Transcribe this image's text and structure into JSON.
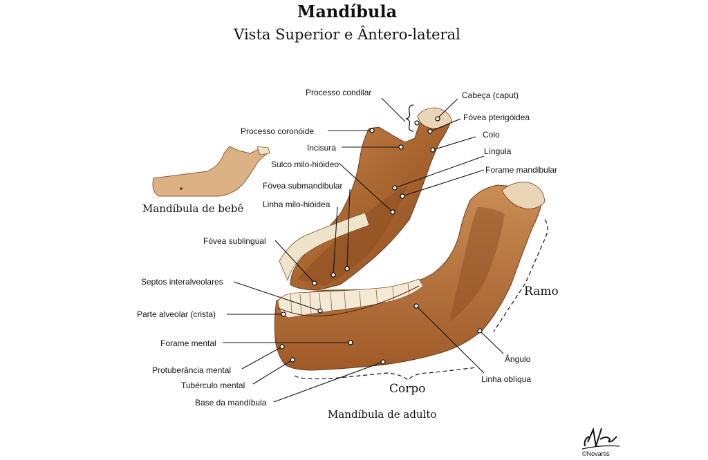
{
  "title": "Mandíbula",
  "subtitle": "Vista Superior e Ântero-lateral",
  "labels": {
    "processo_condilar": "Processo condilar",
    "cabeca": "Cabeça (caput)",
    "fovea_pterigoidea": "Fóvea pterigóidea",
    "processo_coronoide": "Processo coronóide",
    "colo": "Colo",
    "incisura": "Incisura",
    "lingula": "Língula",
    "sulco_milo_hioideo": "Sulco milo-hióideo",
    "forame_mandibular": "Forame mandibular",
    "fovea_submandibular": "Fóvea submandibular",
    "linha_milo_hioidea": "Linha milo-hióidea",
    "fovea_sublingual": "Fóvea sublingual",
    "septos_interalveolares": "Septos interalveolares",
    "parte_alveolar": "Parte alveolar (crista)",
    "forame_mental": "Forame mental",
    "protuberancia_mental": "Protuberância mental",
    "tuberculo_mental": "Tubérculo mental",
    "base_mandibula": "Base da mandíbula",
    "angulo": "Ângulo",
    "linha_obliqua": "Linha oblíqua"
  },
  "captions": {
    "bebe": "Mandíbula de bebê",
    "adulto": "Mandíbula de adulto",
    "ramo": "Ramo",
    "corpo": "Corpo"
  },
  "signature": {
    "text": "©Novartis",
    "artist_mark": "F. Netter"
  },
  "colors": {
    "bone_light": "#d8a877",
    "bone_mid": "#b8743f",
    "bone_dark": "#7c4420",
    "tooth": "#f3ead5",
    "line": "#111111"
  }
}
